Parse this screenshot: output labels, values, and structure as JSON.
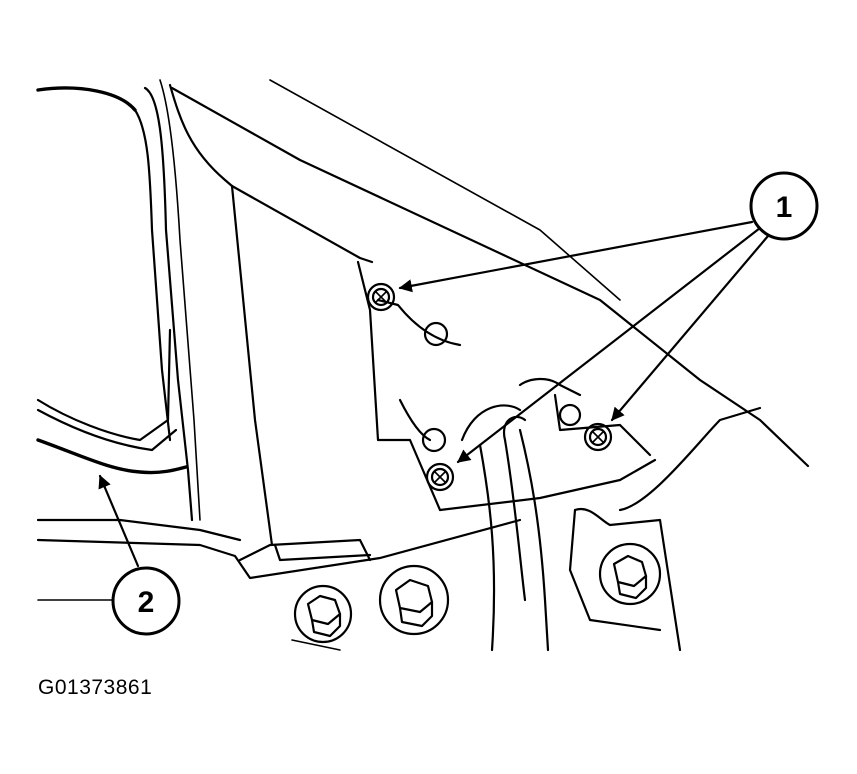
{
  "figure_code": "G01373861",
  "callouts": [
    {
      "label": "1",
      "part": "screws"
    },
    {
      "label": "2",
      "part": "component"
    }
  ]
}
